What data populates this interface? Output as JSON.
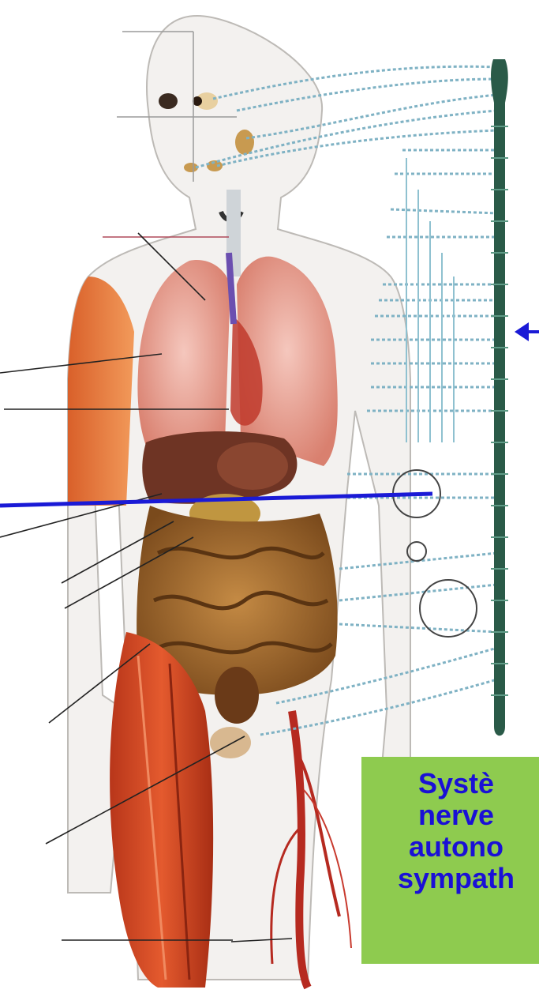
{
  "caption": {
    "lines": [
      "Systè",
      "nerve",
      "autono",
      "sympath"
    ]
  },
  "colors": {
    "skin": "#f3f1ef",
    "lung": "#e99a8c",
    "liver": "#6e3424",
    "intestine": "#a86b2a",
    "muscle": "#d24420",
    "spine": "#2a5a48",
    "nerve": "#7fb2c4",
    "pointer": "#1a1ad6",
    "caption_bg": "#8ecb4f",
    "caption_text": "#1a10d6"
  }
}
